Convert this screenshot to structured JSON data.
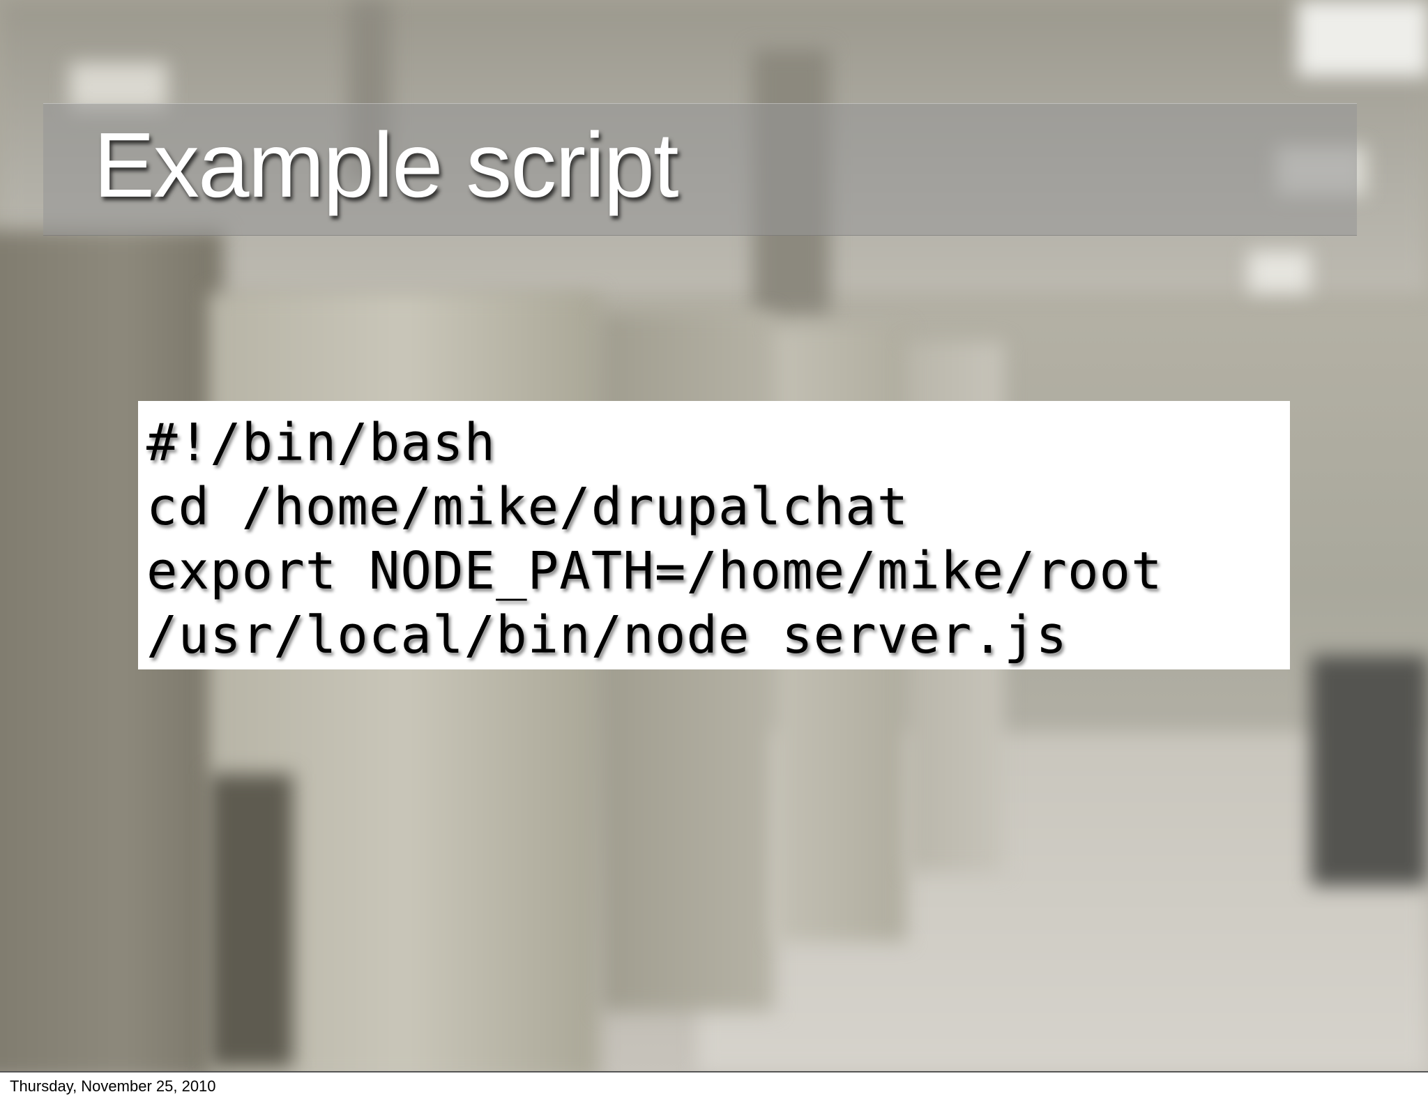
{
  "slide": {
    "title": "Example script",
    "code_lines": [
      "#!/bin/bash",
      "cd /home/mike/drupalchat",
      "export NODE_PATH=/home/mike/root",
      "/usr/local/bin/node server.js"
    ]
  },
  "footer": {
    "date": "Thursday, November 25, 2010"
  },
  "colors": {
    "title_text": "#ffffff",
    "code_background": "#ffffff",
    "code_text": "#000000"
  }
}
